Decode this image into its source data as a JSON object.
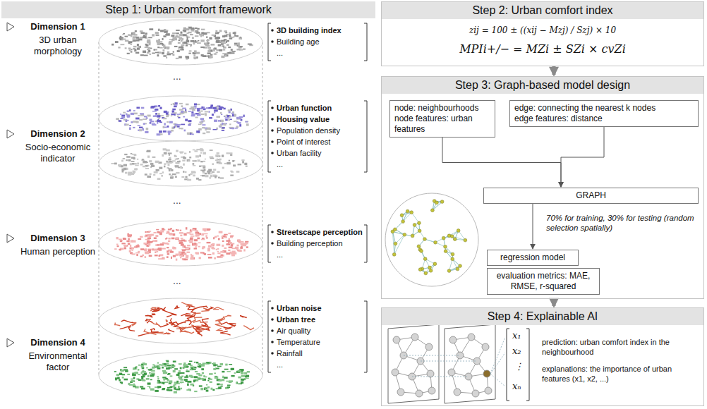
{
  "diagram": {
    "nodes": [
      {
        "text": [
          "Step 1: Urban comfort framework"
        ]
      },
      {
        "text": [
          "Step 2: Urban comfort index"
        ]
      },
      {
        "text": [
          "Step 3: Graph-based model design"
        ]
      },
      {
        "text": [
          "node: neighbourhoods",
          "node features: urban features"
        ],
        "in": 2
      },
      {
        "text": [
          "edge: connecting the nearest k nodes",
          "edge features: distance"
        ],
        "in": 2
      },
      {
        "text": [
          "GRAPH"
        ],
        "in": 2
      },
      {
        "text": [
          "regression model"
        ],
        "in": 2
      },
      {
        "text": [
          "evaluation metrics: MAE, RMSE, r-squared"
        ],
        "in": 2
      },
      {
        "text": [
          "Step 4: Explainable AI"
        ]
      }
    ],
    "edges": [
      {
        "from": 1,
        "to": 2,
        "arrow": "to"
      },
      {
        "from": 3,
        "to": 5,
        "arrow": "to"
      },
      {
        "from": 4,
        "to": 5,
        "arrow": "to"
      },
      {
        "from": 5,
        "to": 6,
        "label": "70% for training, 30% for testing (random selection spatially)",
        "arrow": "to"
      },
      {
        "from": 2,
        "to": 8,
        "arrow": "to"
      }
    ],
    "labels": [
      "Dimension 1",
      "3D urban morphology",
      "Dimension 2",
      "Socio-economic indicator",
      "Dimension 3",
      "Human perception",
      "Dimension 4",
      "Environmental factor",
      "3D building index",
      "Building age",
      "...",
      "Urban function",
      "Housing value",
      "Population density",
      "Point of interest",
      "Urban facility",
      "...",
      "Streetscape perception",
      "Building perception",
      "...",
      "Urban noise",
      "Urban tree",
      "Air quality",
      "Temperature",
      "Rainfall",
      "...",
      "...",
      "...",
      "...",
      "zij = 100 ± ((xij − Mzj) / Szj) × 10",
      "MPIi+/− = MZi ± SZi × cvZi",
      "x₁",
      "x₂",
      "⋮",
      "xₙ",
      "prediction: urban comfort index in the neighbourhood",
      "explanations: the importance of urban features (x1, x2, ...)"
    ]
  }
}
